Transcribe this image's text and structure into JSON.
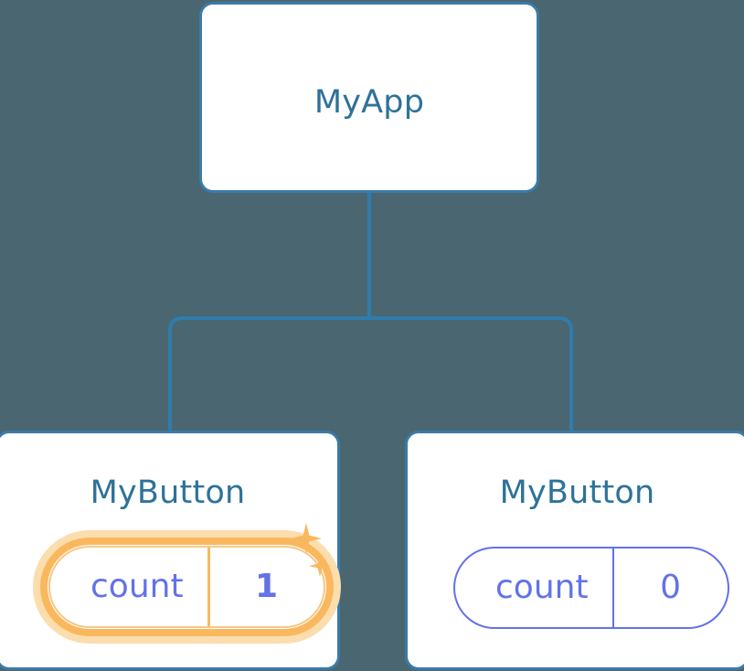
{
  "diagram": {
    "type": "component-tree",
    "background_color": "#4a6670",
    "connector_color": "#2e7cad"
  },
  "root_node": {
    "title": "MyApp",
    "border_color": "#3a7ba8",
    "title_color": "#2e7299"
  },
  "children": [
    {
      "title": "MyButton",
      "highlighted": true,
      "prop": {
        "key": "count",
        "value": "1"
      },
      "highlight_color": "#fab85e",
      "glow_color": "#fcddae",
      "prop_text_color": "#6272e8",
      "sparkles": [
        {
          "name": "sparkle-large"
        },
        {
          "name": "sparkle-small"
        }
      ]
    },
    {
      "title": "MyButton",
      "highlighted": false,
      "prop": {
        "key": "count",
        "value": "0"
      },
      "prop_border_color": "#6272e8",
      "prop_text_color": "#6272e8"
    }
  ]
}
